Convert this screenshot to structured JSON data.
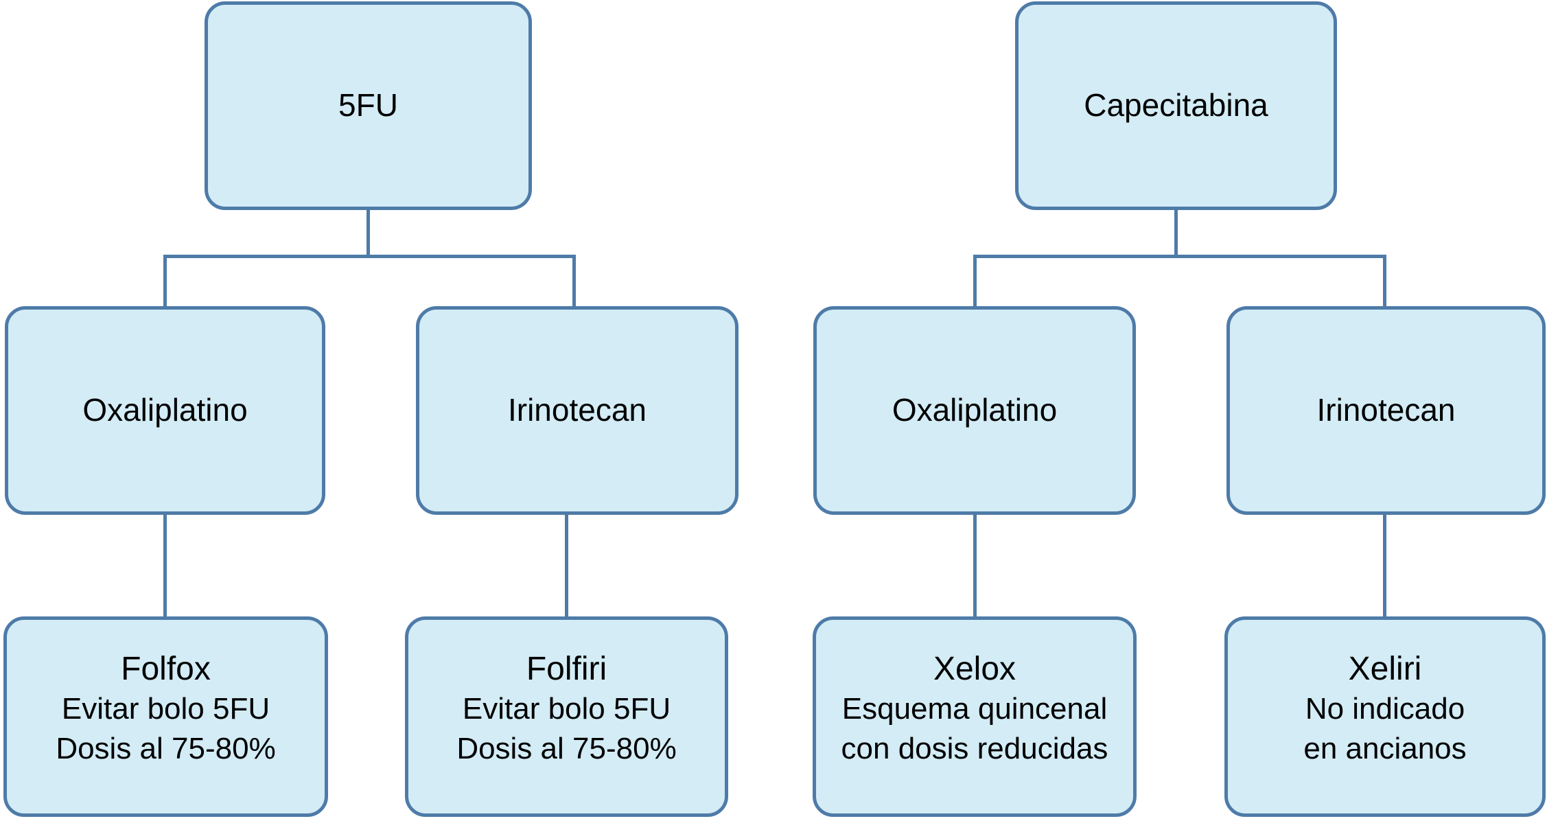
{
  "diagram": {
    "description": "Chemotherapy regimen decision tree",
    "colors": {
      "box_fill": "#d3ecf6",
      "box_border": "#4e7ba8",
      "connector": "#4e7ba8",
      "text": "#000000",
      "background": "#ffffff"
    },
    "trees": [
      {
        "root": {
          "label": "5FU"
        },
        "children": [
          {
            "label": "Oxaliplatino",
            "leaf": {
              "title": "Folfox",
              "lines": [
                "Evitar bolo 5FU",
                "Dosis al 75-80%"
              ]
            }
          },
          {
            "label": "Irinotecan",
            "leaf": {
              "title": "Folfiri",
              "lines": [
                "Evitar bolo 5FU",
                "Dosis al 75-80%"
              ]
            }
          }
        ]
      },
      {
        "root": {
          "label": "Capecitabina"
        },
        "children": [
          {
            "label": "Oxaliplatino",
            "leaf": {
              "title": "Xelox",
              "lines": [
                "Esquema quincenal",
                "con dosis reducidas"
              ]
            }
          },
          {
            "label": "Irinotecan",
            "leaf": {
              "title": "Xeliri",
              "lines": [
                "No indicado",
                "en ancianos"
              ]
            }
          }
        ]
      }
    ]
  }
}
